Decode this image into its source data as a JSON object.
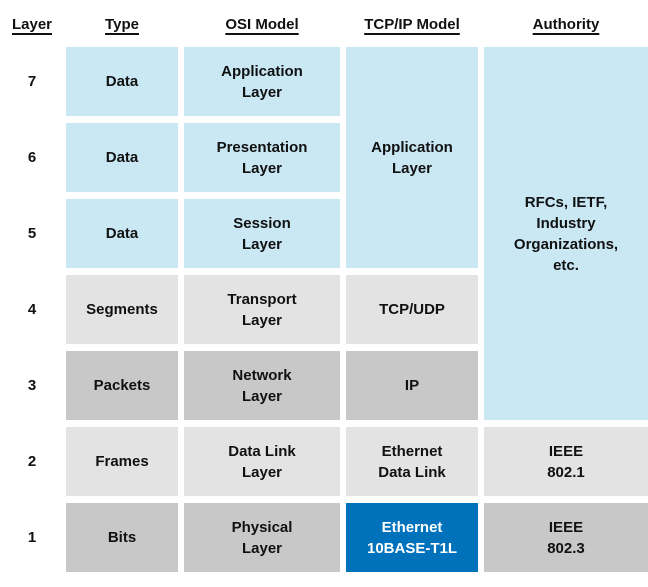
{
  "title": "OSI Model vs TCP/IP Model layer comparison table",
  "colors": {
    "light_blue": "#c9e8f4",
    "light_gray": "#e3e3e3",
    "medium_gray": "#c8c8c8",
    "highlight_blue": "#0072bc",
    "text": "#111111",
    "highlight_text": "#ffffff"
  },
  "headers": {
    "layer": "Layer",
    "type": "Type",
    "osi": "OSI Model",
    "tcpip": "TCP/IP Model",
    "authority": "Authority"
  },
  "rows": [
    {
      "layer": "7",
      "type": "Data",
      "osi": "Application\nLayer"
    },
    {
      "layer": "6",
      "type": "Data",
      "osi": "Presentation\nLayer"
    },
    {
      "layer": "5",
      "type": "Data",
      "osi": "Session\nLayer"
    },
    {
      "layer": "4",
      "type": "Segments",
      "osi": "Transport\nLayer"
    },
    {
      "layer": "3",
      "type": "Packets",
      "osi": "Network\nLayer"
    },
    {
      "layer": "2",
      "type": "Frames",
      "osi": "Data Link\nLayer"
    },
    {
      "layer": "1",
      "type": "Bits",
      "osi": "Physical\nLayer"
    }
  ],
  "tcpip": {
    "application": "Application\nLayer",
    "transport": "TCP/UDP",
    "network": "IP",
    "datalink": "Ethernet\nData Link",
    "physical": "Ethernet\n10BASE-T1L"
  },
  "authority": {
    "upper": "RFCs, IETF,\nIndustry\nOrganizations,\netc.",
    "datalink": "IEEE\n802.1",
    "physical": "IEEE\n802.3"
  }
}
